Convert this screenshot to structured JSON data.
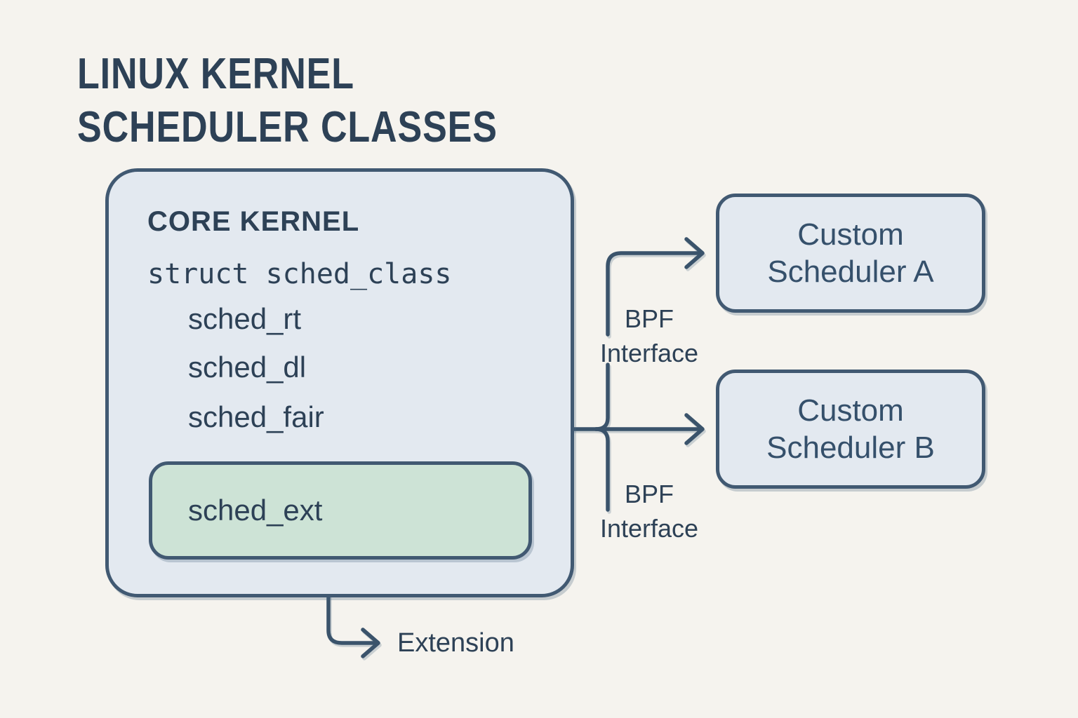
{
  "title": {
    "line1": "LINUX KERNEL",
    "line2": "SCHEDULER CLASSES"
  },
  "core_kernel": {
    "heading": "CORE KERNEL",
    "struct_line": "struct sched_class",
    "classes": [
      "sched_rt",
      "sched_dl",
      "sched_fair"
    ],
    "extension_class": "sched_ext"
  },
  "schedulers": [
    {
      "line1": "Custom",
      "line2": "Scheduler A"
    },
    {
      "line1": "Custom",
      "line2": "Scheduler B"
    }
  ],
  "labels": {
    "bpf_interface_top": {
      "line1": "BPF",
      "line2": "Interface"
    },
    "bpf_interface_bottom": {
      "line1": "BPF",
      "line2": "Interface"
    },
    "extension": "Extension"
  },
  "colors": {
    "background": "#f5f3ee",
    "box_fill_blue": "#e3e9f0",
    "box_fill_green": "#cde3d6",
    "border_stroke": "#415972",
    "connector_stroke": "#3a536b",
    "text_dark": "#2d4156",
    "scheduler_text": "#35506b"
  }
}
